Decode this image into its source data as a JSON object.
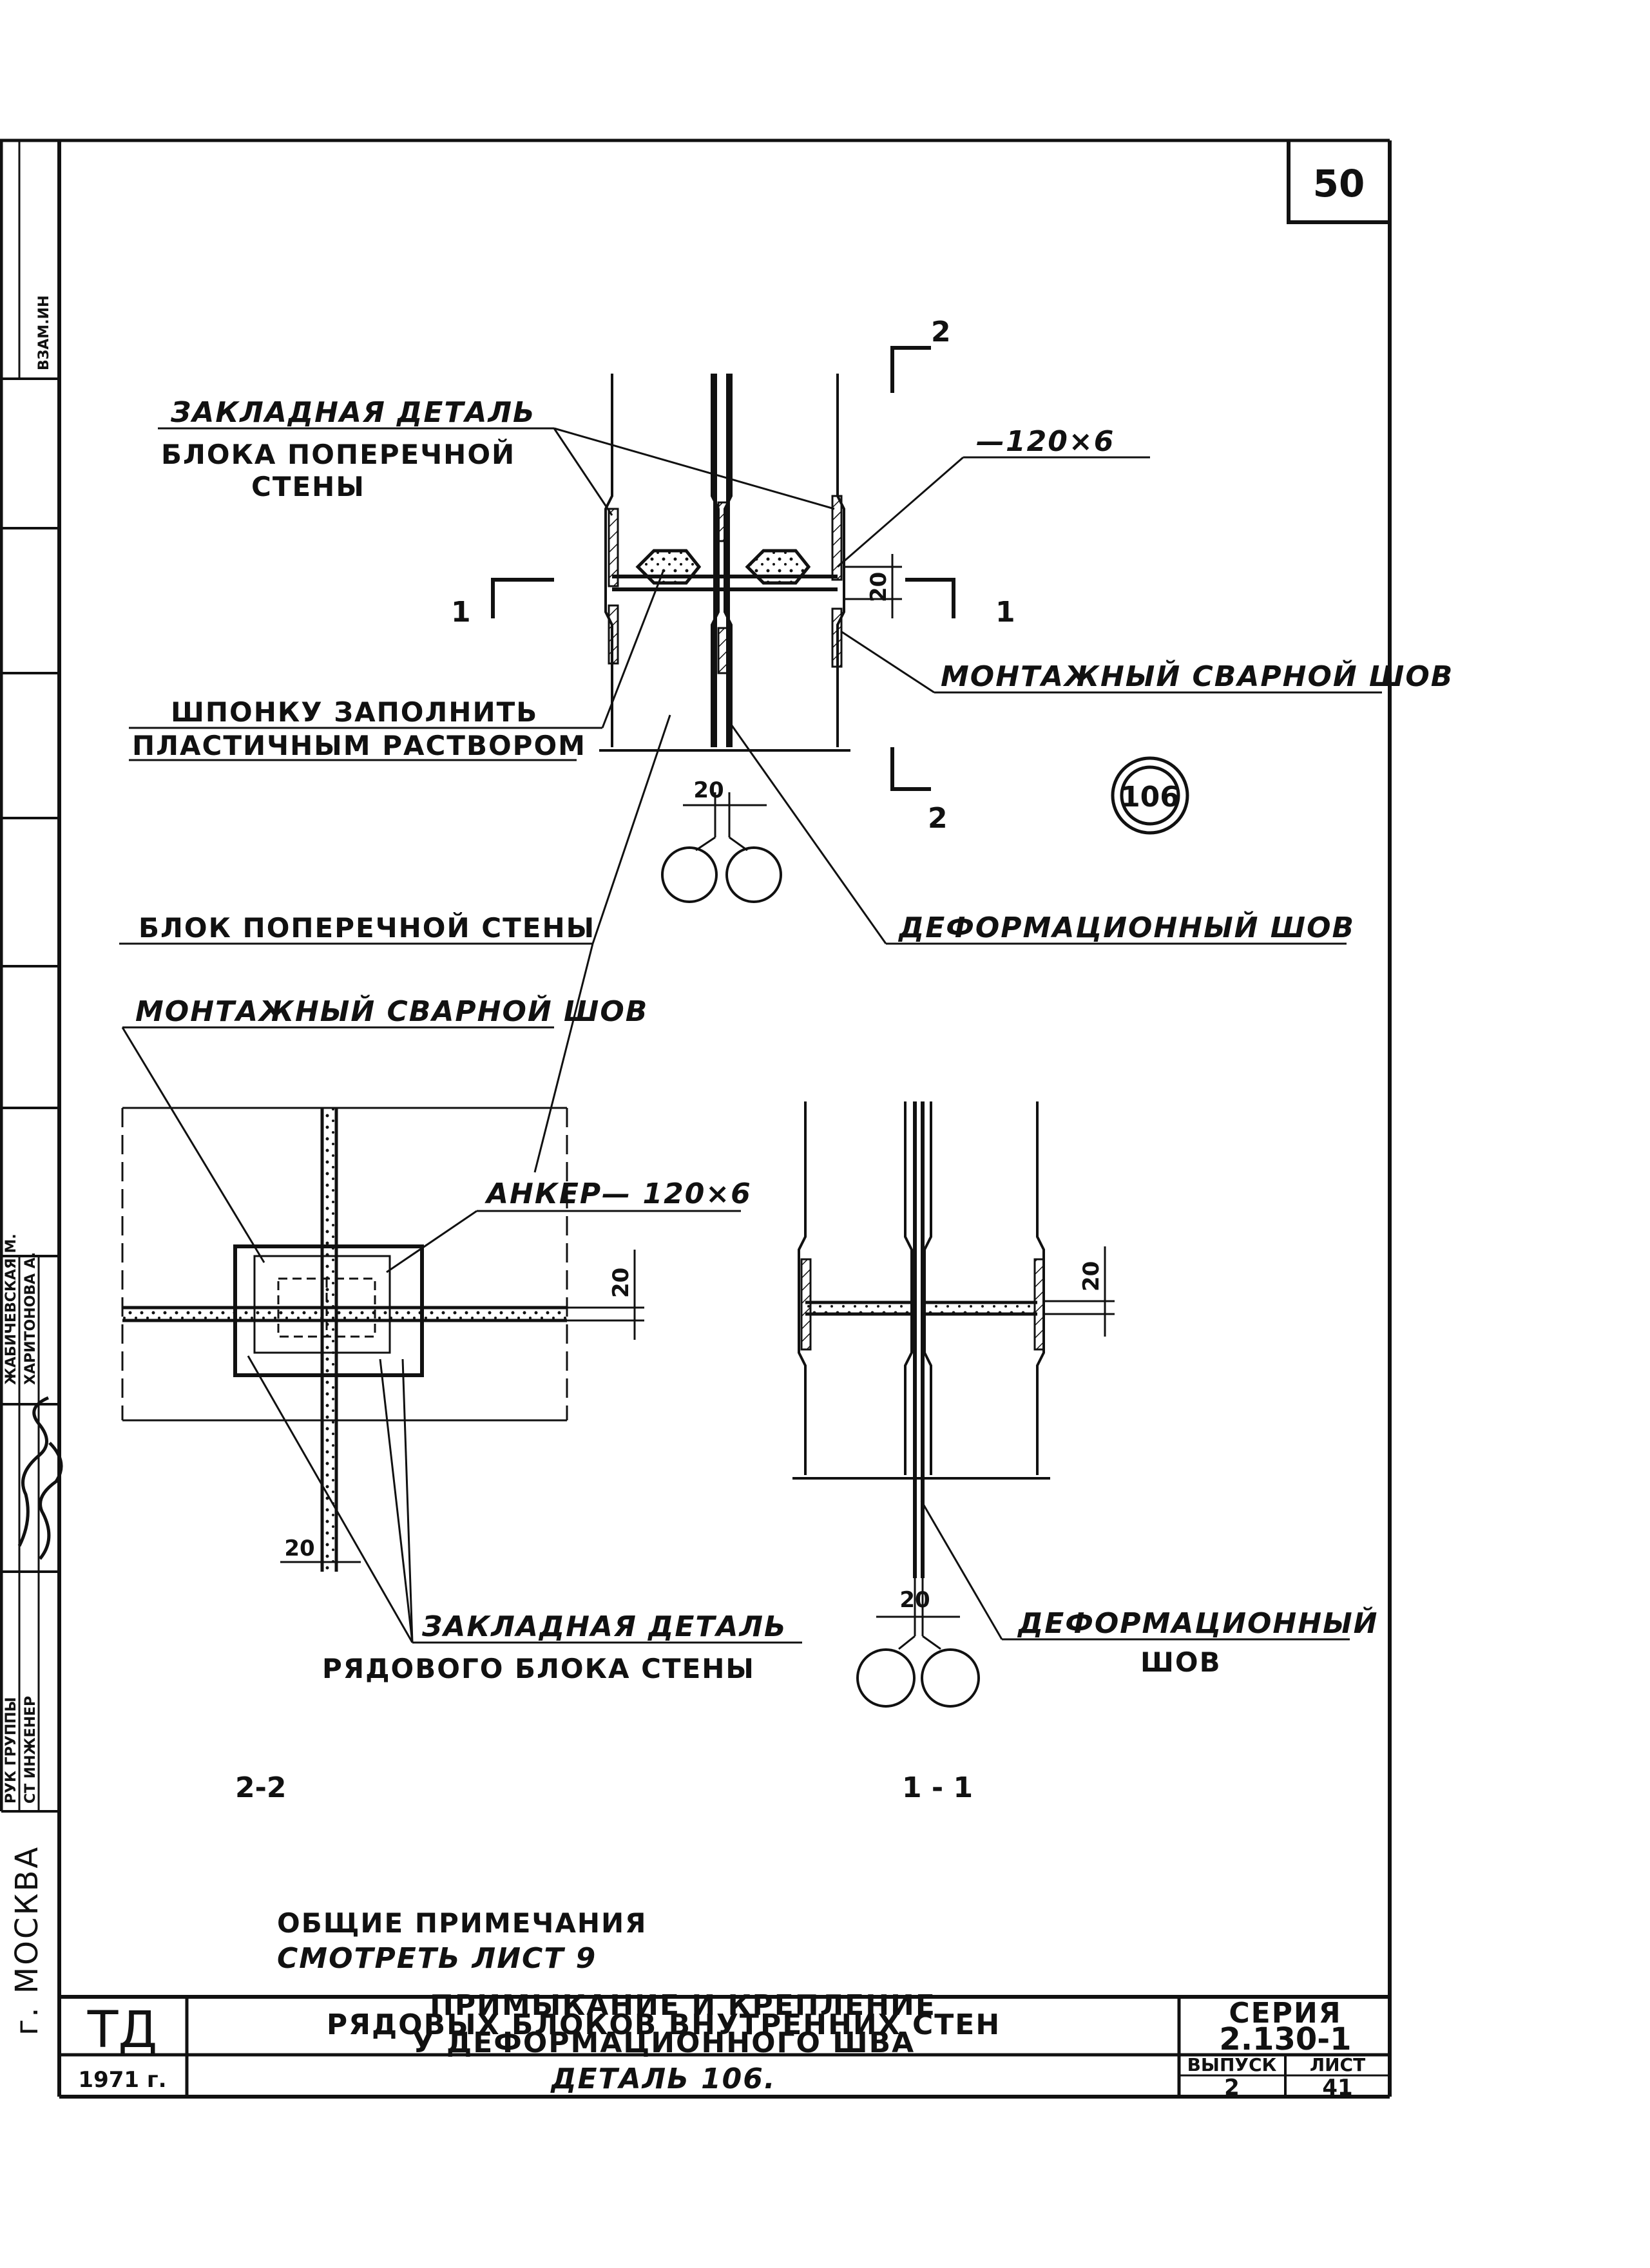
{
  "sheet_number": "50",
  "side_strip": {
    "vzam": "ВЗАМ.ИН",
    "city": "г. МОСКВА",
    "role1": "РУК ГРУППЫ",
    "role2": "СТ ИНЖЕНЕР",
    "name1": "ЖАБИЧЕВСКАЯ М.",
    "name2": "ХАРИТОНОВА А."
  },
  "labels": {
    "embedded_cross_1": "ЗАКЛАДНАЯ ДЕТАЛЬ",
    "embedded_cross_2": "БЛОКА ПОПЕРЕЧНОЙ",
    "embedded_cross_3": "СТЕНЫ",
    "plate": "—120×6",
    "weld_top": "МОНТАЖНЫЙ СВАРНОЙ ШОВ",
    "key_fill_1": "ШПОНКУ ЗАПОЛНИТЬ",
    "key_fill_2": "ПЛАСТИЧНЫМ РАСТВОРОМ",
    "cross_block": "БЛОК ПОПЕРЕЧНОЙ СТЕНЫ",
    "expansion_joint": "ДЕФОРМАЦИОННЫЙ ШОВ",
    "weld_left": "МОНТАЖНЫЙ СВАРНОЙ ШОВ",
    "anchor": "АНКЕР— 120×6",
    "embedded_row_1": "ЗАКЛАДНАЯ ДЕТАЛЬ",
    "embedded_row_2": "РЯДОВОГО БЛОКА СТЕНЫ",
    "expansion_joint_2a": "ДЕФОРМАЦИОННЫЙ",
    "expansion_joint_2b": "ШОВ",
    "detail_marker": "106"
  },
  "dimensions": {
    "d20_top_v": "20",
    "d20_top_h": "20",
    "d20_left_v": "20",
    "d20_left_h": "20",
    "d20_right_v": "20",
    "d20_right_h": "20"
  },
  "section_marks": {
    "cut1_left": "1",
    "cut1_right": "1",
    "cut2_top": "2",
    "cut2_bottom": "2",
    "view_22": "2-2",
    "view_11": "1 - 1"
  },
  "notes": {
    "line1": "ОБЩИЕ ПРИМЕЧАНИЯ",
    "line2": "СМОТРЕТЬ ЛИСТ 9"
  },
  "title_block": {
    "org": "ТД",
    "year": "1971 г.",
    "title1": "ПРИМЫКАНИЕ И КРЕПЛЕНИЕ",
    "title2": "РЯДОВЫХ БЛОКОВ ВНУТРЕННИХ СТЕН",
    "title3": "У ДЕФОРМАЦИОННОГО ШВА",
    "detail": "ДЕТАЛЬ 106.",
    "series_label": "СЕРИЯ",
    "series_value": "2.130-1",
    "issue_label": "ВЫПУСК",
    "issue_value": "2",
    "sheet_label": "ЛИСТ",
    "sheet_value": "41"
  }
}
